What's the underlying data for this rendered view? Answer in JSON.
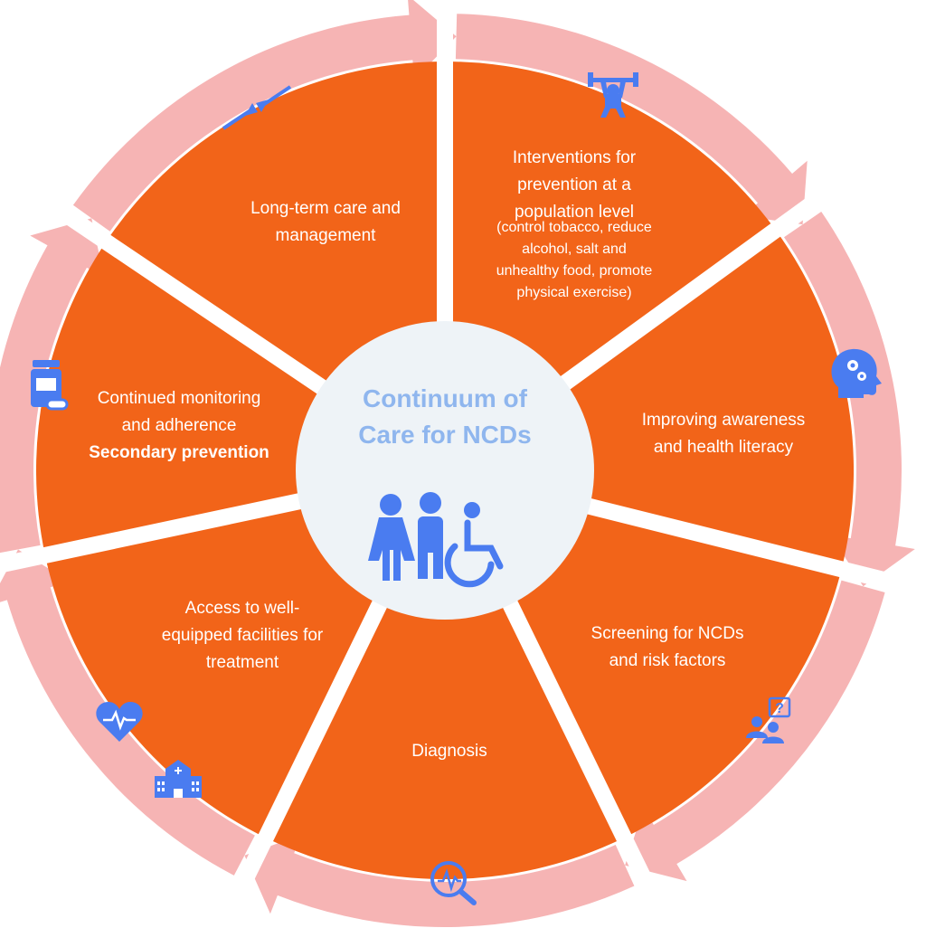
{
  "colors": {
    "segment": "#F26419",
    "ring": "#F6B4B4",
    "center": "#EEF3F7",
    "accent": "#4A7CF0",
    "title": "#8FB6EE",
    "text": "#FFFFFF"
  },
  "center": {
    "title_line1": "Continuum of",
    "title_line2": "Care for NCDs",
    "icons": [
      "woman-icon",
      "man-icon",
      "wheelchair-icon"
    ]
  },
  "segments": [
    {
      "id": "population-prevention",
      "lines": [
        "Interventions for",
        "prevention at a",
        "population level"
      ],
      "sublines": [
        "(control tobacco, reduce",
        "alcohol, salt and",
        "unhealthy food, promote",
        "physical exercise)"
      ],
      "icon": "weightlifter-icon"
    },
    {
      "id": "awareness",
      "lines": [
        "Improving awareness",
        "and health literacy"
      ],
      "icon": "head-gears-icon"
    },
    {
      "id": "screening",
      "lines": [
        "Screening for NCDs",
        "and risk factors"
      ],
      "icon": "people-question-icon"
    },
    {
      "id": "diagnosis",
      "lines": [
        "Diagnosis"
      ],
      "icon": "magnifier-pulse-icon"
    },
    {
      "id": "treatment",
      "lines": [
        "Access to well-",
        "equipped facilities for",
        "treatment"
      ],
      "icon": "hospital-icon",
      "icon2": "heart-pulse-icon"
    },
    {
      "id": "monitoring",
      "lines": [
        "Continued monitoring",
        "and adherence"
      ],
      "bold": "Secondary prevention",
      "icon": "medicine-bottle-icon"
    },
    {
      "id": "long-term",
      "lines": [
        "Long-term care and",
        "management"
      ],
      "icon": "arrows-inward-icon"
    }
  ]
}
